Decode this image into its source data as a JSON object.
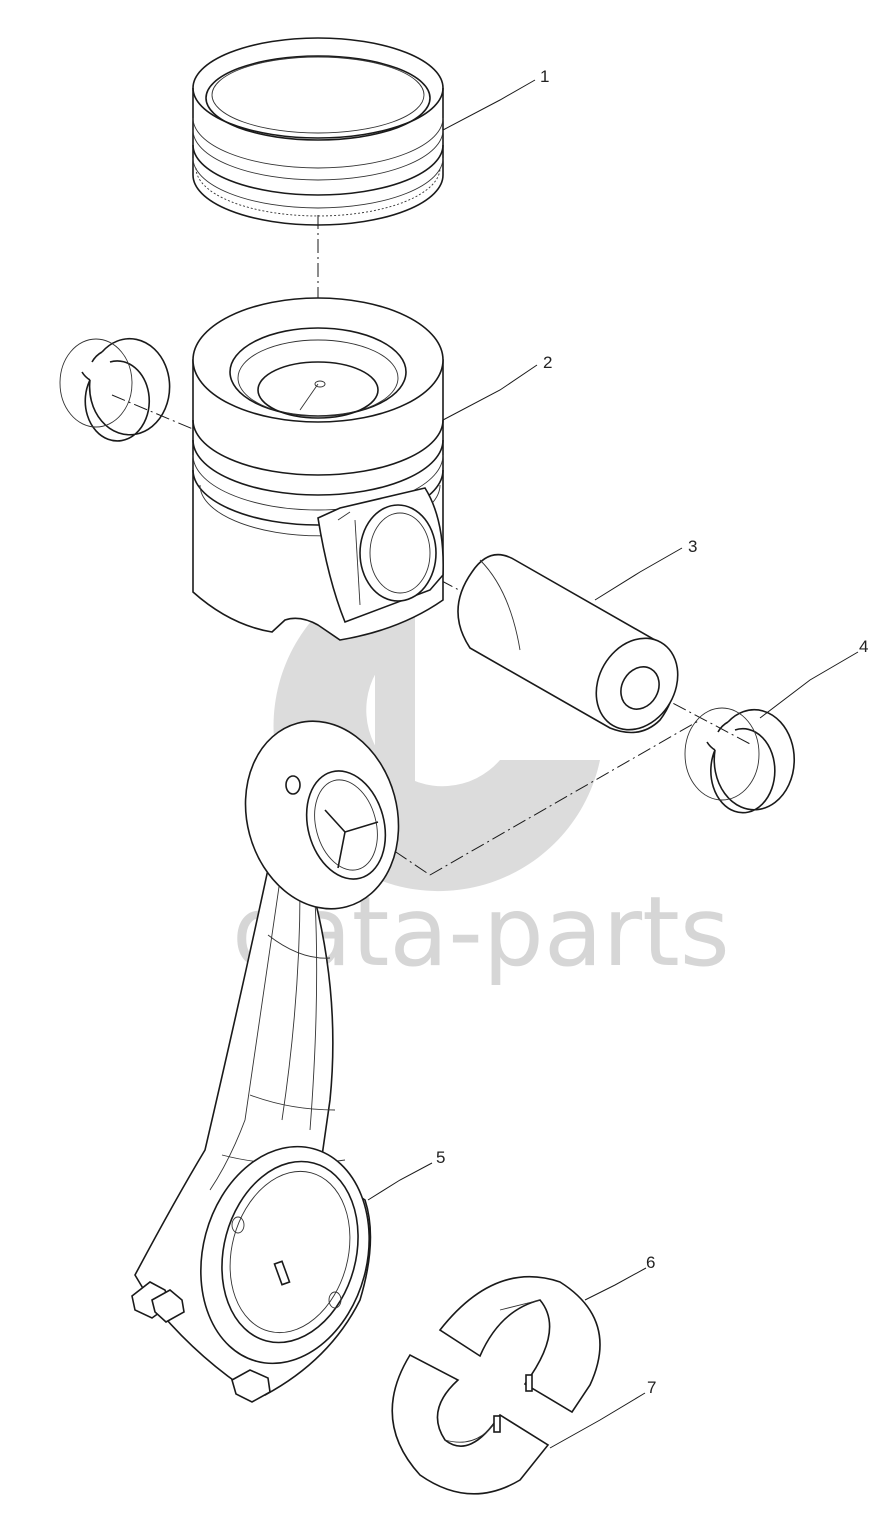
{
  "watermark": {
    "text": "data-parts",
    "color": "#d6d6d6"
  },
  "callouts": [
    {
      "label": "1",
      "part": "piston-rings"
    },
    {
      "label": "2",
      "part": "piston"
    },
    {
      "label": "3",
      "part": "piston-pin"
    },
    {
      "label": "4",
      "part": "snap-ring"
    },
    {
      "label": "5",
      "part": "connecting-rod"
    },
    {
      "label": "6",
      "part": "bearing-shell-upper"
    },
    {
      "label": "7",
      "part": "bearing-shell-lower"
    }
  ],
  "colors": {
    "line": "#1a1a1a",
    "background": "#ffffff"
  }
}
